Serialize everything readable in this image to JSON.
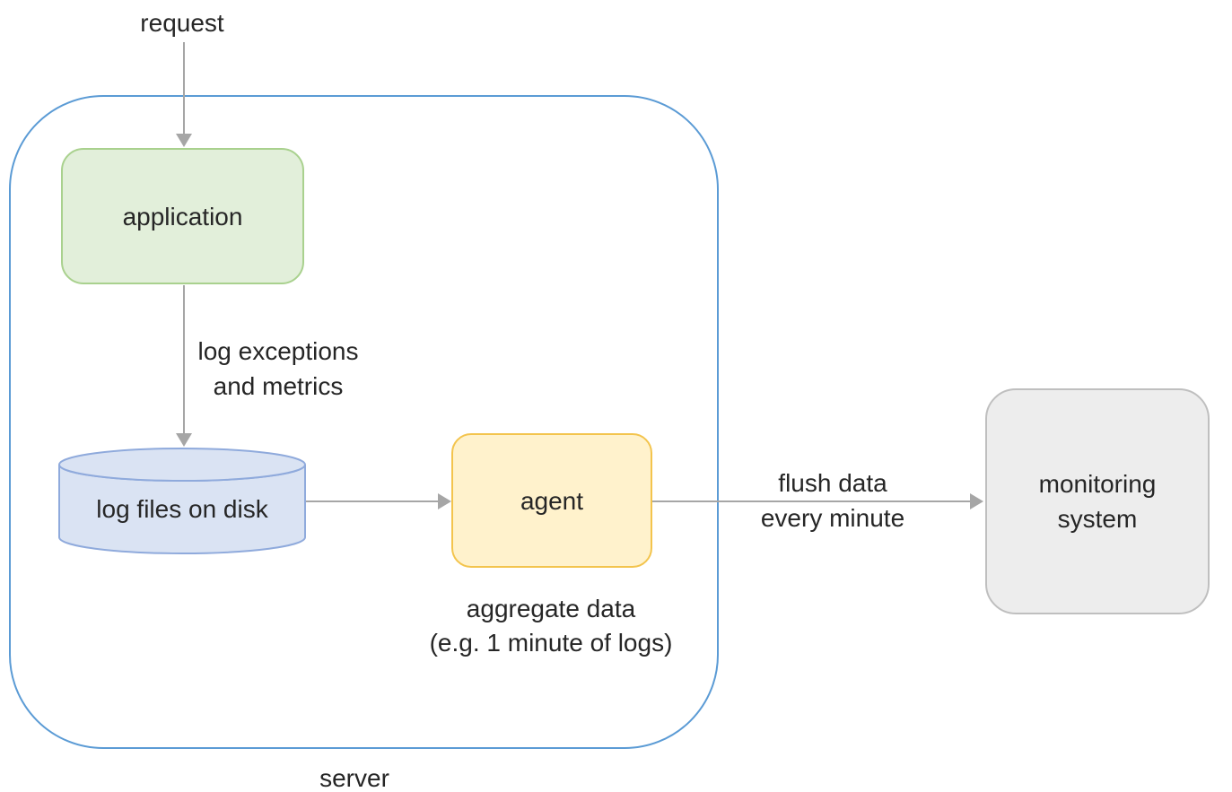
{
  "colors": {
    "background": "#ffffff",
    "text": "#262626",
    "arrow": "#a6a6a6",
    "server_border": "#5b9bd5",
    "application_fill": "#e2efda",
    "application_border": "#a9d18e",
    "cylinder_fill": "#dae3f3",
    "cylinder_border": "#8faadc",
    "agent_fill": "#fff2cc",
    "agent_border": "#f3c44d",
    "monitoring_fill": "#ededed",
    "monitoring_border": "#bfbfbf"
  },
  "nodes": {
    "application": {
      "label": "application"
    },
    "log_files": {
      "label": "log files on disk"
    },
    "agent": {
      "label": "agent"
    },
    "monitoring": {
      "label": "monitoring\nsystem"
    }
  },
  "labels": {
    "request": "request",
    "log_exceptions": "log exceptions\nand metrics",
    "aggregate": "aggregate data\n(e.g. 1 minute of logs)",
    "flush": "flush data\nevery minute",
    "server": "server"
  }
}
